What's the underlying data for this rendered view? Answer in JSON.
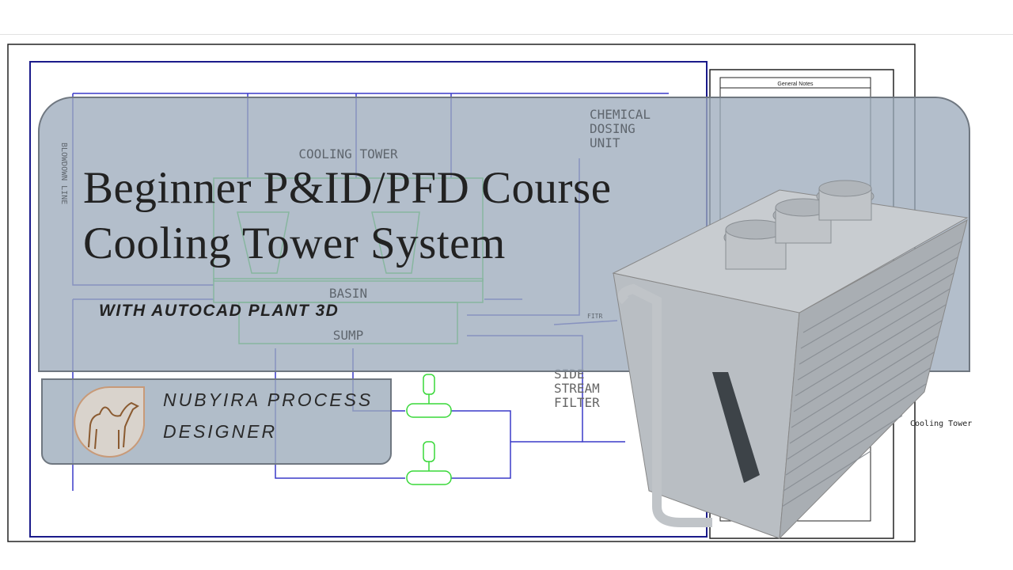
{
  "title": {
    "line1": "Beginner P&ID/PFD Course",
    "line2": "Cooling Tower System",
    "subtitle": "WITH AUTOCAD PLANT 3D"
  },
  "brand": {
    "line1": "NUBYIRA PROCESS",
    "line2": "DESIGNER",
    "logo_icon": "camel-logo-icon"
  },
  "drawing": {
    "labels": {
      "blowdown": "BLOWDOWN LINE",
      "cooling_tower": "COOLING TOWER",
      "basin": "BASIN",
      "sump": "SUMP",
      "chemical_1": "CHEMICAL",
      "chemical_2": "DOSING",
      "chemical_3": "UNIT",
      "filter_1": "SIDE",
      "filter_2": "STREAM",
      "filter_3": "FILTER",
      "filter_tag": "FITR",
      "general_notes": "General Notes",
      "title_block": "Cooling Tower"
    },
    "colors": {
      "pipe": "#3a3ac8",
      "equipment": "#38d838",
      "frame": "#111111"
    }
  }
}
